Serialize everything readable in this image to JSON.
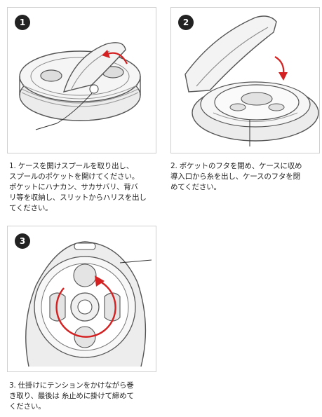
{
  "steps": [
    {
      "number": "1",
      "caption": "1. ケースを開けスプールを取り出し、\nスプールのポケットを開けてください。\nポケットにハナカン、サカサバリ、背バ\nリ等を収納し、スリットからハリスを出し\nてください。"
    },
    {
      "number": "2",
      "caption": "2. ポケットのフタを閉め、ケースに収め\n導入口から糸を出し、ケースのフタを閉\nめてください。"
    },
    {
      "number": "3",
      "caption": "3. 仕掛けにテンションをかけながら巻\nき取り、最後は 糸止めに掛けて締めて\nください。"
    }
  ],
  "colors": {
    "arrow": "#d42020",
    "line": "#555555",
    "fill": "#e9e9e9",
    "badge": "#222222"
  }
}
